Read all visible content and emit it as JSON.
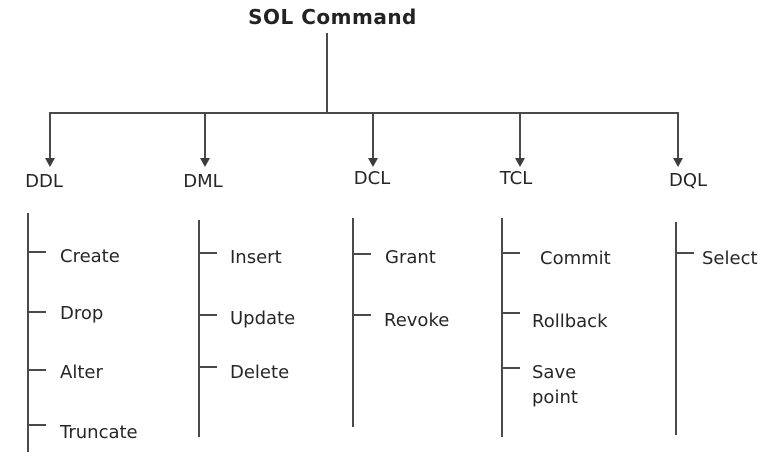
{
  "diagram": {
    "title": "SOL Command",
    "categories": [
      {
        "label": "DDL",
        "items": [
          "Create",
          "Drop",
          "Alter",
          "Truncate"
        ]
      },
      {
        "label": "DML",
        "items": [
          "Insert",
          "Update",
          "Delete"
        ]
      },
      {
        "label": "DCL",
        "items": [
          "Grant",
          "Revoke"
        ]
      },
      {
        "label": "TCL",
        "items": [
          "Commit",
          "Rollback",
          "Save point"
        ]
      },
      {
        "label": "DQL",
        "items": [
          "Select"
        ]
      }
    ]
  },
  "colors": {
    "line": "#4a4a4a",
    "text": "#262626",
    "background": "#ffffff"
  }
}
